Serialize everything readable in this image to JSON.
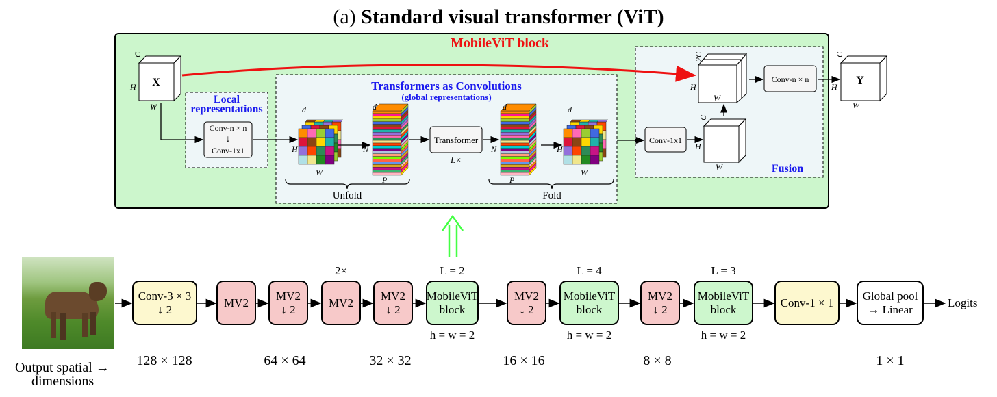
{
  "title": {
    "prefix": "(a)",
    "main": "Standard visual transformer (ViT)"
  },
  "block": {
    "title": "MobileViT block",
    "local": {
      "title": "Local representations",
      "conv_top": "Conv-n × n",
      "arrow": "↓",
      "conv_bottom": "Conv-1x1"
    },
    "tac": {
      "title": "Transformers as Convolutions",
      "subtitle": "(global representations)",
      "transformer": "Transformer",
      "repeat": "L×",
      "unfold": "Unfold",
      "fold": "Fold"
    },
    "fusion": {
      "title": "Fusion",
      "conv1x1": "Conv-1x1",
      "convnn": "Conv-n × n"
    },
    "input": "X",
    "output": "Y",
    "dims": {
      "H": "H",
      "W": "W",
      "C": "C",
      "C2": "2C",
      "d": "d",
      "N": "N",
      "P": "P"
    }
  },
  "up_arrow": "⇑",
  "pipeline": {
    "stages": [
      {
        "line1": "Conv-3 × 3",
        "line2": "↓ 2",
        "color": "yellow"
      },
      {
        "line1": "MV2",
        "line2": "",
        "color": "red"
      },
      {
        "line1": "MV2",
        "line2": "↓ 2",
        "color": "red"
      },
      {
        "line1": "MV2",
        "line2": "",
        "color": "red",
        "top": "2×"
      },
      {
        "line1": "MV2",
        "line2": "↓ 2",
        "color": "red"
      },
      {
        "line1": "MobileViT",
        "line2": "block",
        "color": "green",
        "top": "L = 2",
        "bottom": "h = w = 2"
      },
      {
        "line1": "MV2",
        "line2": "↓ 2",
        "color": "red"
      },
      {
        "line1": "MobileViT",
        "line2": "block",
        "color": "green",
        "top": "L = 4",
        "bottom": "h = w = 2"
      },
      {
        "line1": "MV2",
        "line2": "↓ 2",
        "color": "red"
      },
      {
        "line1": "MobileViT",
        "line2": "block",
        "color": "green",
        "top": "L = 3",
        "bottom": "h = w = 2"
      },
      {
        "line1": "Conv-1 × 1",
        "line2": "",
        "color": "yellow"
      },
      {
        "line1": "Global pool",
        "line2": "→ Linear",
        "color": "white"
      }
    ],
    "output_label": "Logits",
    "dims_label_1": "Output spatial →",
    "dims_label_2": "dimensions",
    "dims": [
      "128 × 128",
      "64 × 64",
      "32 × 32",
      "16 × 16",
      "8 × 8",
      "1 × 1"
    ]
  },
  "colors": {
    "block_bg": "#ccf6cc",
    "inner_bg": "#eef6f8",
    "red_arrow": "#ee1111",
    "green_arrow": "#44ff44",
    "yellow": "#fdf8cf",
    "red": "#f7c9c9",
    "green": "#cdf7cd",
    "blue_text": "#1a1aee"
  }
}
